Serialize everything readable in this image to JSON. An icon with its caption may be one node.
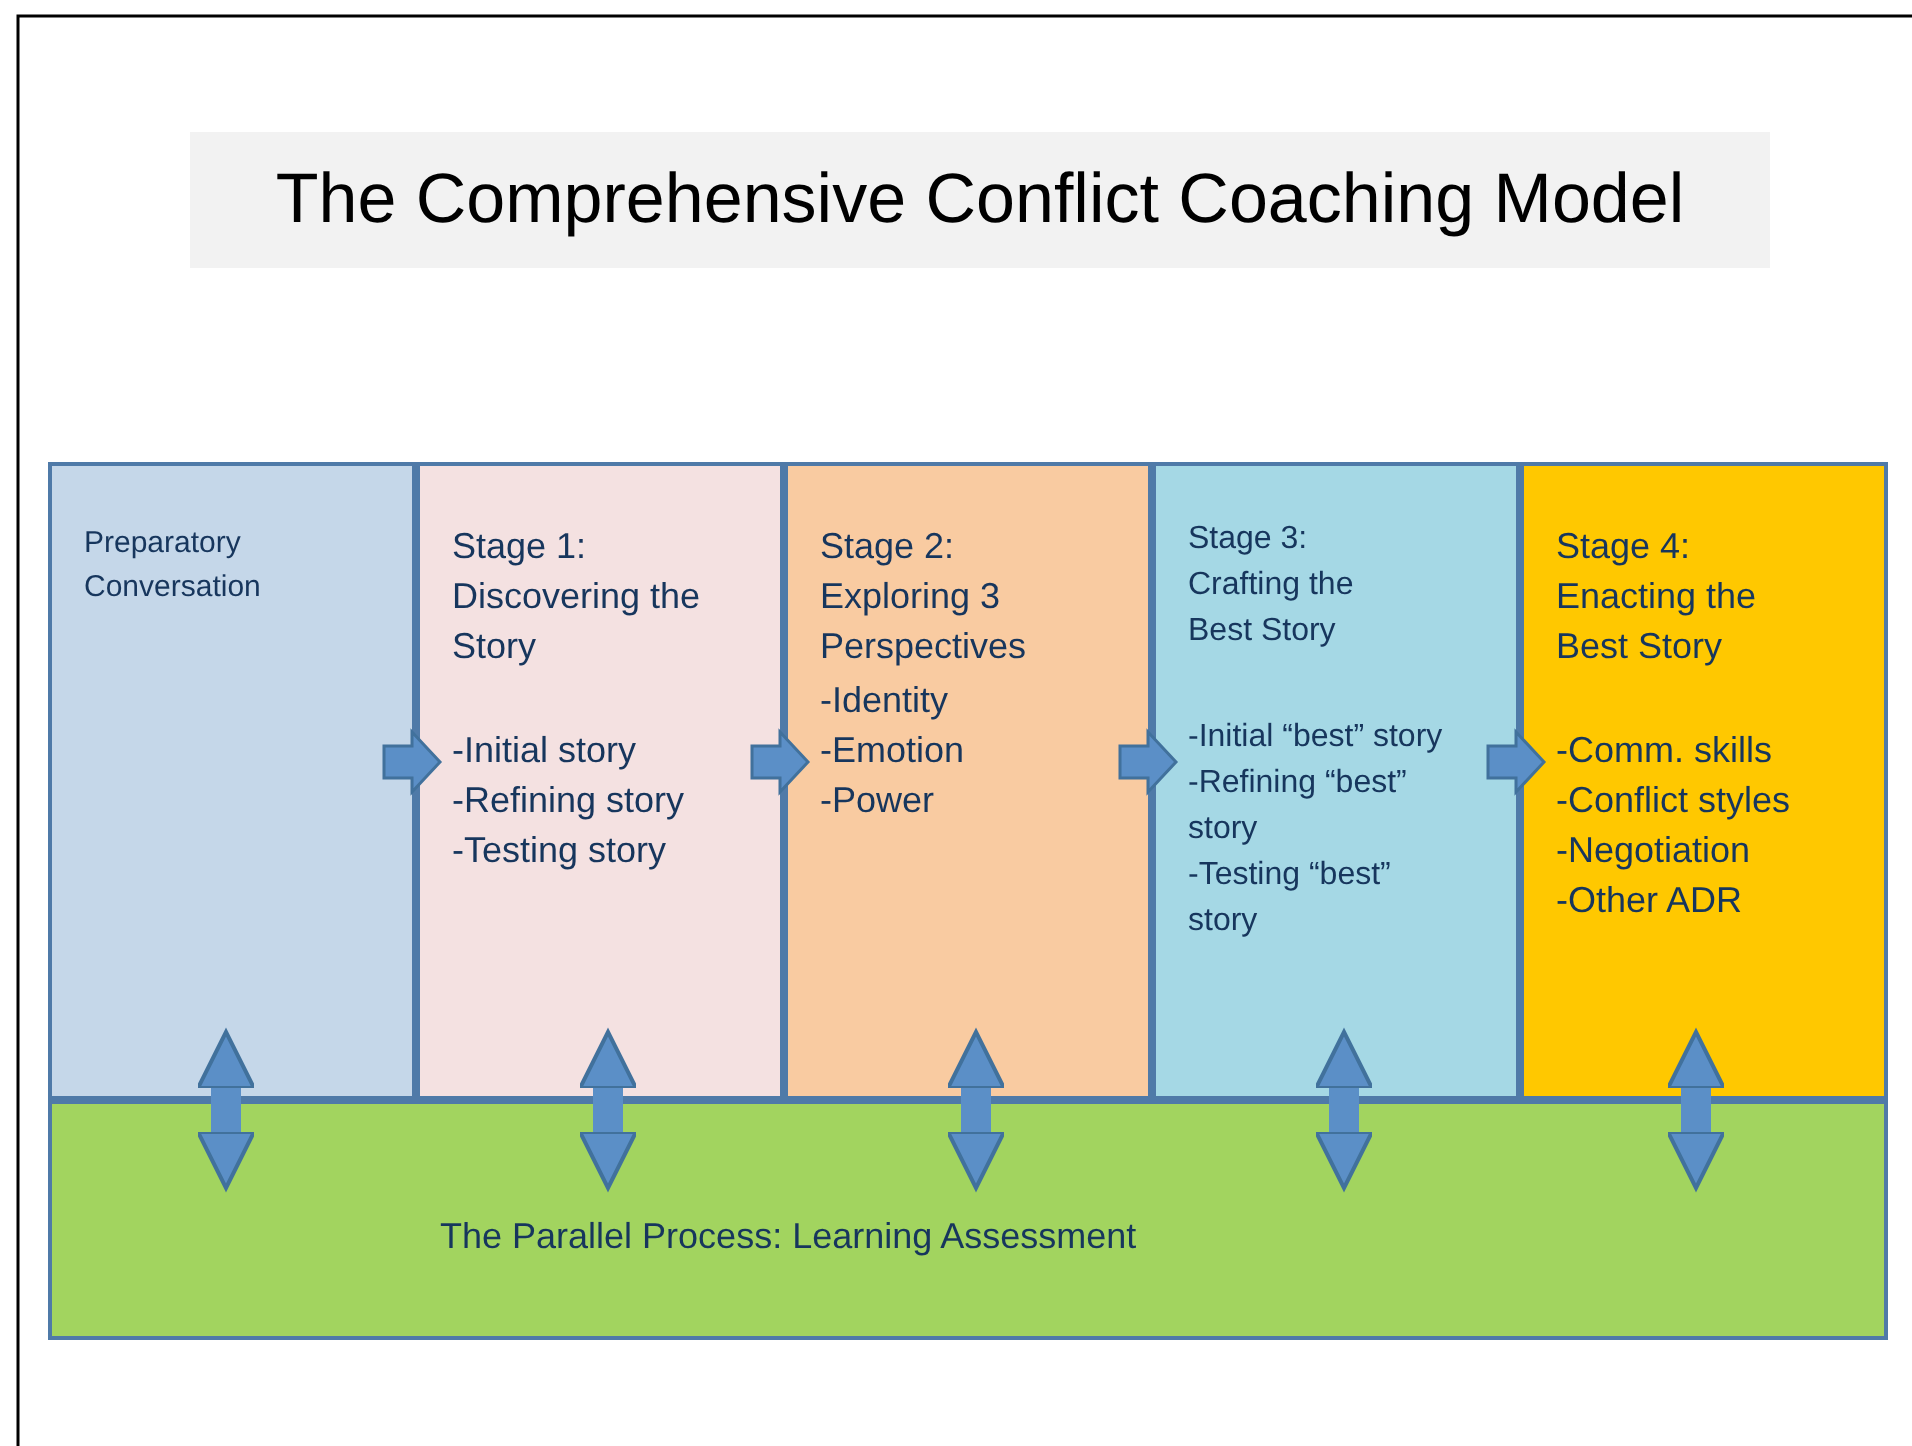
{
  "diagram": {
    "title": "The Comprehensive Conflict Coaching Model",
    "nodes": [
      {
        "text": [
          "Preparatory Conversation"
        ]
      },
      {
        "text": [
          "Stage 1: Discovering the Story",
          "-Initial story",
          "-Refining story",
          "-Testing story"
        ]
      },
      {
        "text": [
          "Stage 2: Exploring 3 Perspectives",
          "-Identity",
          "-Emotion",
          "-Power"
        ]
      },
      {
        "text": [
          "Stage 3: Crafting the Best Story",
          "-Initial “best” story",
          "-Refining “best” story",
          "-Testing “best” story"
        ]
      },
      {
        "text": [
          "Stage 4: Enacting the Best Story",
          "-Comm. skills",
          "-Conflict styles",
          "-Negotiation",
          "-Other ADR"
        ]
      },
      {
        "text": [
          "The Parallel Process: Learning Assessment"
        ]
      }
    ],
    "edges": [
      {
        "from": 0,
        "to": 1,
        "arrow": "to"
      },
      {
        "from": 1,
        "to": 2,
        "arrow": "to"
      },
      {
        "from": 2,
        "to": 3,
        "arrow": "to"
      },
      {
        "from": 3,
        "to": 4,
        "arrow": "to"
      },
      {
        "from": 0,
        "to": 5,
        "arrow": "both"
      },
      {
        "from": 1,
        "to": 5,
        "arrow": "both"
      },
      {
        "from": 2,
        "to": 5,
        "arrow": "both"
      },
      {
        "from": 3,
        "to": 5,
        "arrow": "both"
      },
      {
        "from": 4,
        "to": 5,
        "arrow": "both"
      }
    ]
  }
}
